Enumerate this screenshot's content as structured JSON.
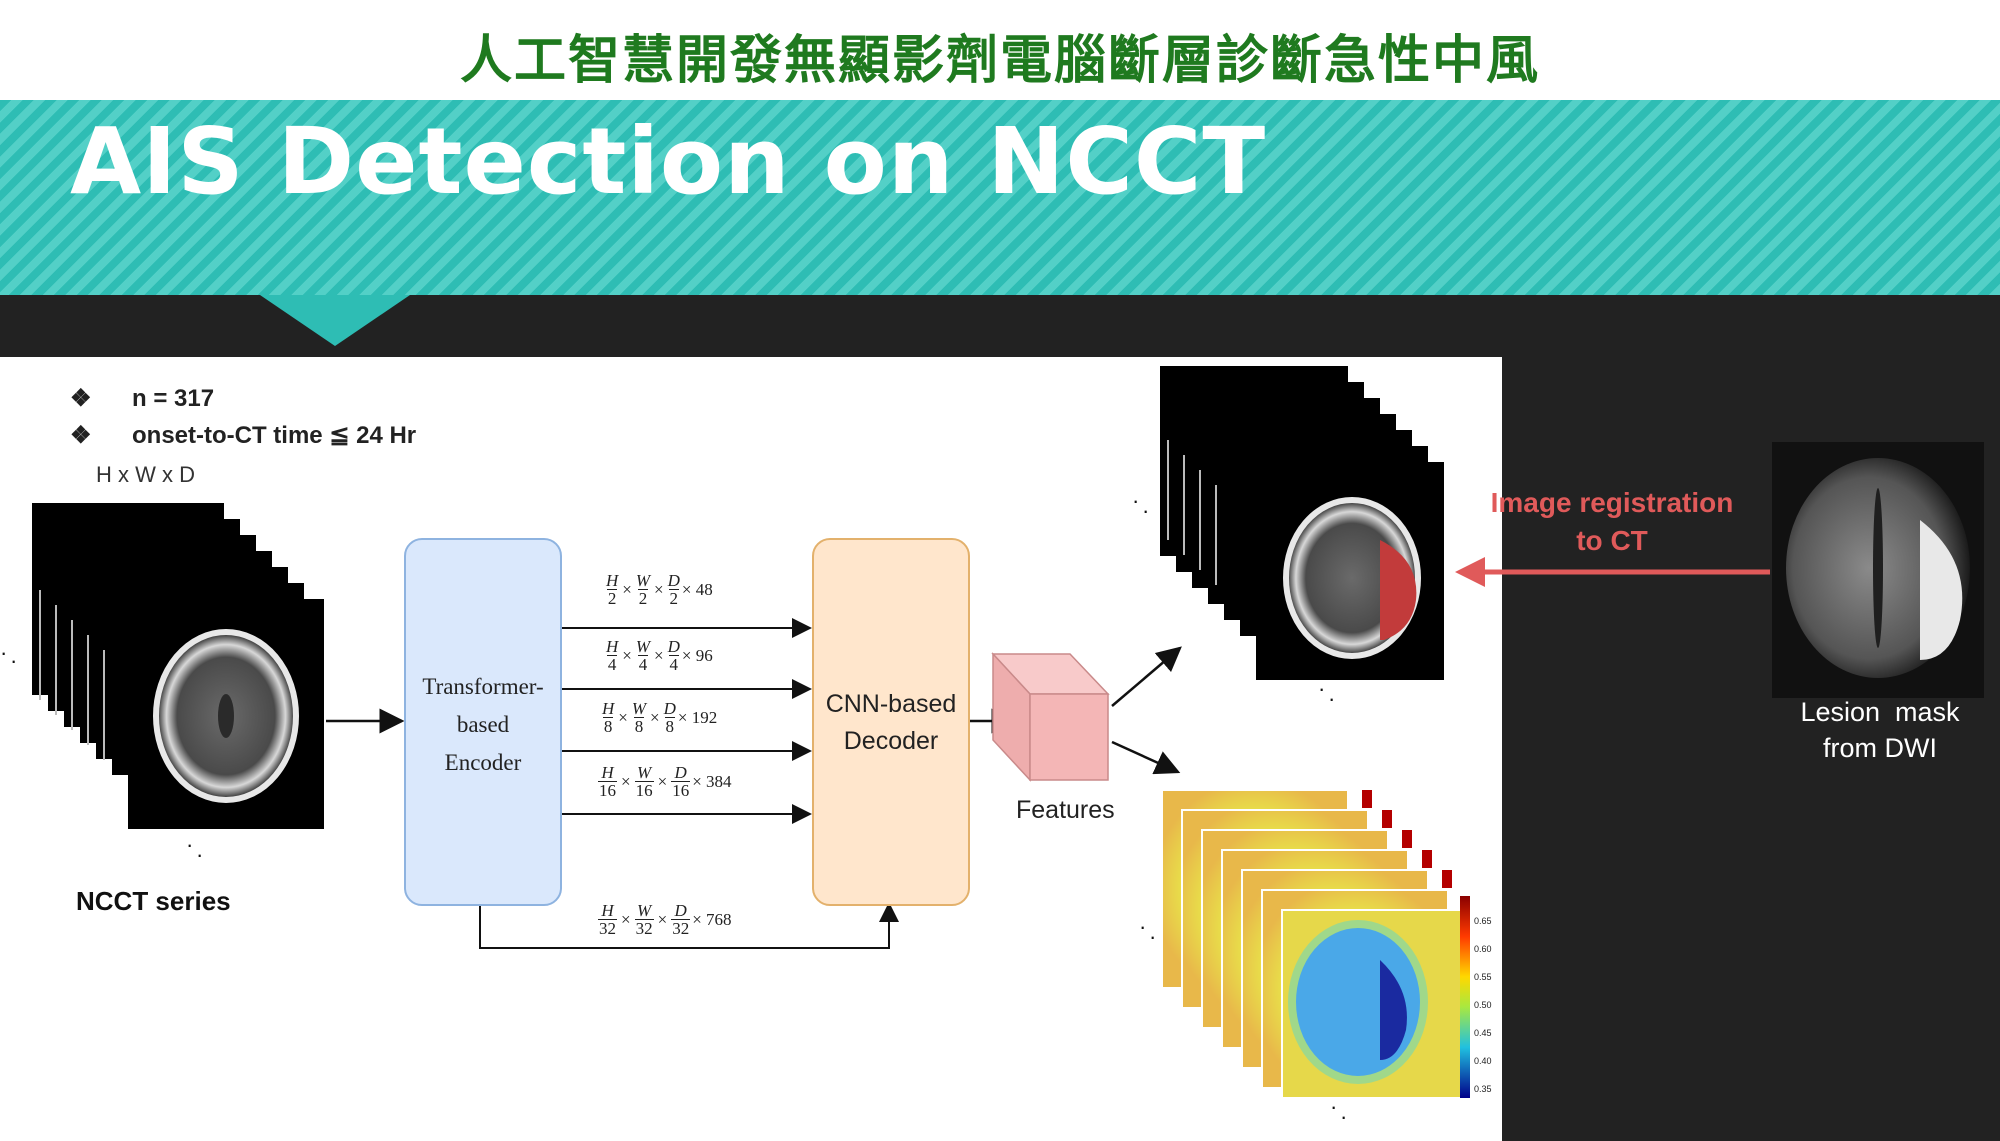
{
  "header": {
    "chinese_title": "人工智慧開發無顯影劑電腦斷層診斷急性中風",
    "title": "AIS Detection on NCCT"
  },
  "bullets": [
    {
      "symbol": "❖",
      "text": "n = 317"
    },
    {
      "symbol": "❖",
      "text": "onset-to-CT time ≦ 24 Hr"
    }
  ],
  "input": {
    "dim_label": "H x W x D",
    "series_label": "NCCT series"
  },
  "encoder": {
    "lines": [
      "Transformer-",
      "based",
      "Encoder"
    ]
  },
  "decoder": {
    "lines": [
      "CNN-based",
      "Decoder"
    ]
  },
  "features_label": "Features",
  "skip_connections": [
    {
      "h": "H",
      "w": "W",
      "d": "D",
      "den": "2",
      "ch": "× 48"
    },
    {
      "h": "H",
      "w": "W",
      "d": "D",
      "den": "4",
      "ch": "× 96"
    },
    {
      "h": "H",
      "w": "W",
      "d": "D",
      "den": "8",
      "ch": "× 192"
    },
    {
      "h": "H",
      "w": "W",
      "d": "D",
      "den": "16",
      "ch": "× 384"
    },
    {
      "h": "H",
      "w": "W",
      "d": "D",
      "den": "32",
      "ch": "× 768"
    }
  ],
  "registration": {
    "lines": [
      "Image registration",
      "to CT"
    ]
  },
  "lesion": {
    "lines": [
      "Lesion  mask",
      "from DWI"
    ]
  },
  "colorbar_ticks": [
    "0.65",
    "0.60",
    "0.55",
    "0.50",
    "0.45",
    "0.40",
    "0.35"
  ],
  "colors": {
    "title_green": "#1f7a1f",
    "banner_teal": "#2ebdb4",
    "dark_bg": "#222222",
    "encoder_fill": "#dae8fc",
    "decoder_fill": "#ffe6cc",
    "feature_cube": "#f4b6b6",
    "registration_red": "#e05a5a",
    "lesion_overlay": "#c23b3b"
  }
}
